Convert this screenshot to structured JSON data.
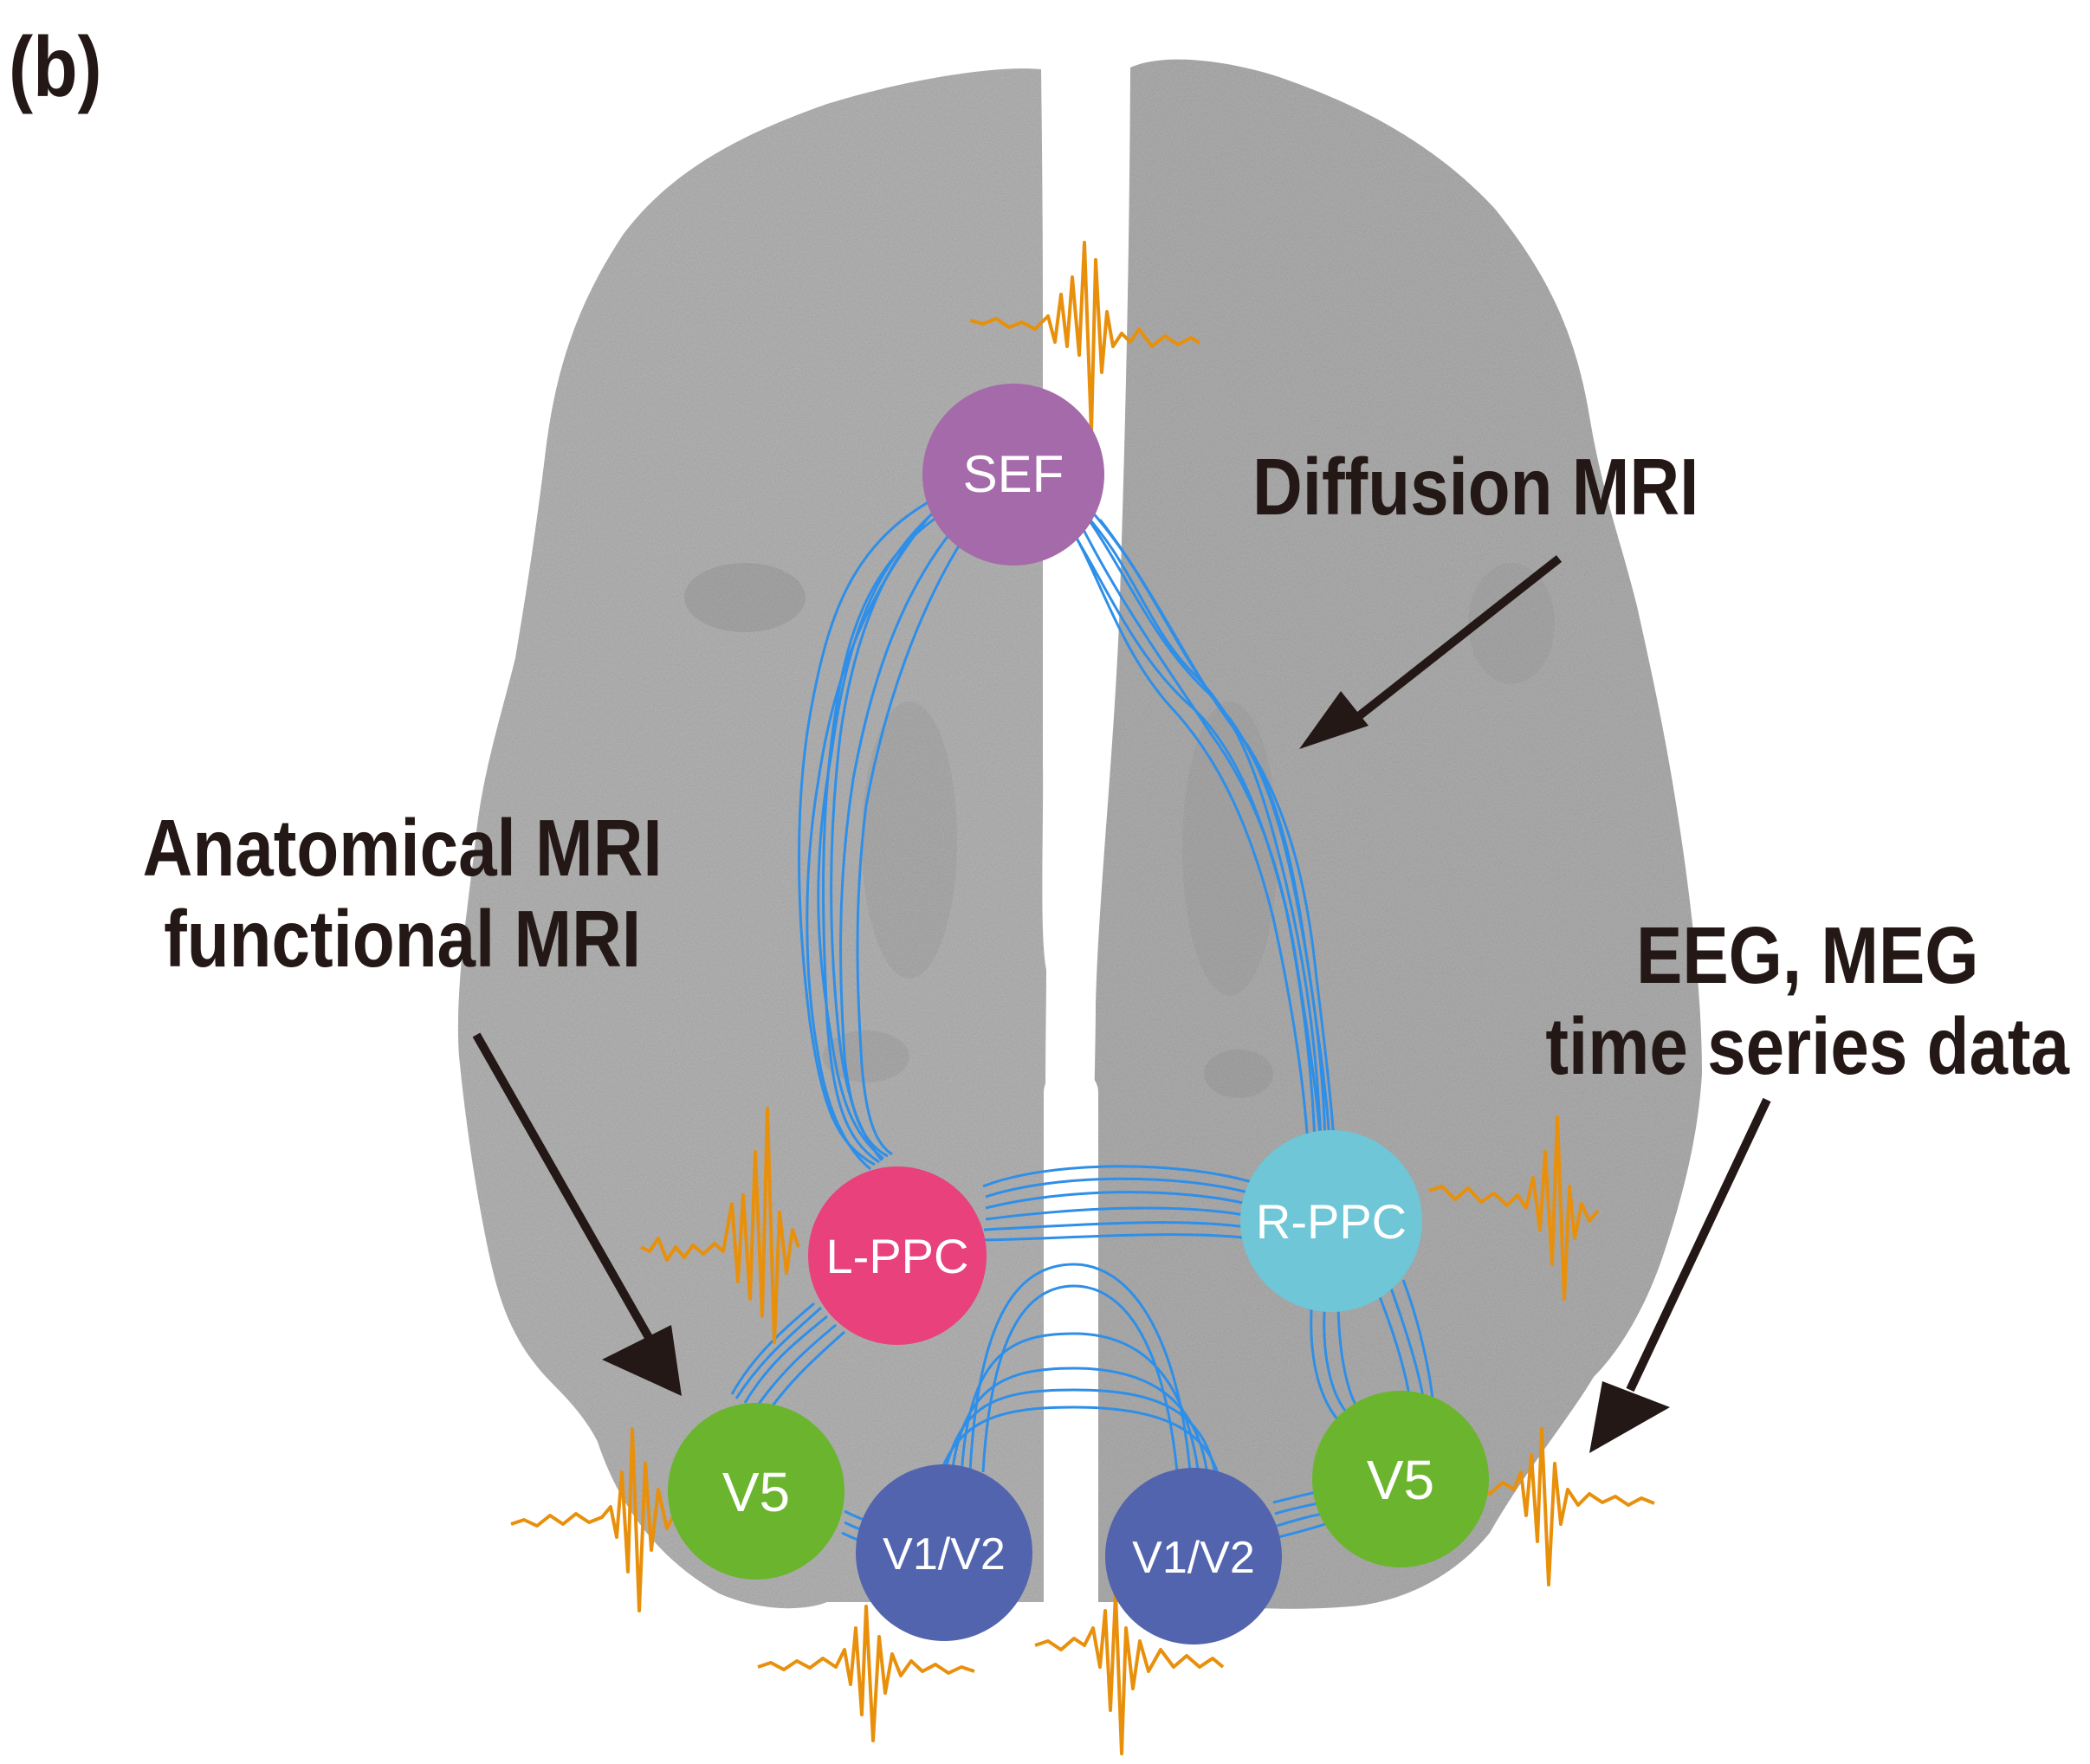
{
  "panel_label": "(b)",
  "callouts": {
    "diffusion": "Diffusion MRI",
    "anatomical": [
      "Anatomical MRI",
      "functional MRI"
    ],
    "eeg_meg": [
      "EEG, MEG",
      "time series data"
    ]
  },
  "nodes": {
    "sef": "SEF",
    "l_ppc": "L-PPC",
    "r_ppc": "R-PPC",
    "v5_left": "V5",
    "v5_right": "V5",
    "v1v2_left": "V1/V2",
    "v1v2_right": "V1/V2"
  },
  "colors": {
    "sef": "#a56aa9",
    "l_ppc": "#e8417b",
    "r_ppc": "#6ec6d6",
    "v5": "#6ab52d",
    "v1v2": "#5164ad",
    "fiber": "#2f8fe8",
    "signal": "#e8900c",
    "brain": "#b6b6b6",
    "text": "#231815"
  }
}
